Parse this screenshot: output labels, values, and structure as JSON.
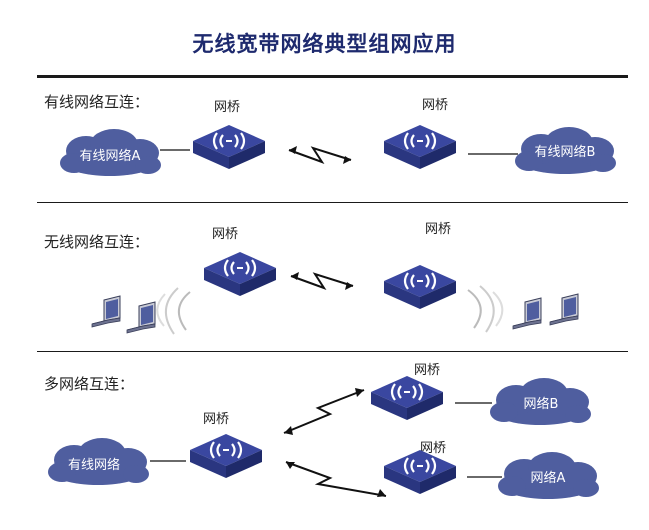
{
  "title": "无线宽带网络典型组网应用",
  "sections": [
    {
      "label": "有线网络互连："
    },
    {
      "label": "无线网络互连："
    },
    {
      "label": "多网络互连："
    }
  ],
  "bridge_label": "网桥",
  "clouds": {
    "wired_a": "有线网络A",
    "wired_b": "有线网络B",
    "wired": "有线网络",
    "net_b": "网络B",
    "net_a": "网络A"
  },
  "colors": {
    "title": "#1e2a6e",
    "device_top": "#3a47a0",
    "device_side": "#1f2a6a",
    "cloud": "#4f5e9f",
    "line": "#111111"
  },
  "icons": [
    "wireless-bridge-icon",
    "cloud-icon",
    "laptop-icon",
    "lightning-link-icon",
    "wifi-arc-icon"
  ]
}
